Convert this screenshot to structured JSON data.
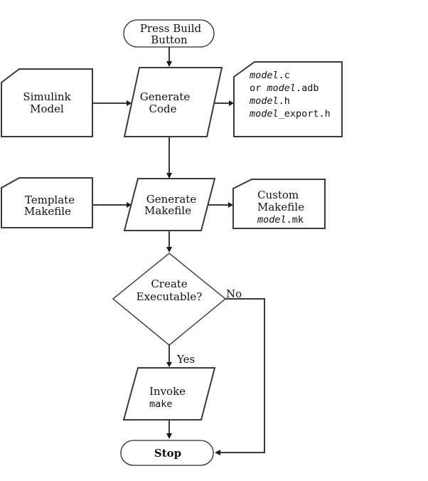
{
  "diagram": {
    "type": "flowchart",
    "nodes": {
      "start": {
        "kind": "terminator",
        "lines": [
          "Press Build",
          "Button"
        ]
      },
      "simulink_model": {
        "kind": "document",
        "lines": [
          "Simulink",
          "Model"
        ]
      },
      "generate_code": {
        "kind": "process",
        "lines": [
          "Generate",
          "Code"
        ]
      },
      "code_output": {
        "kind": "document",
        "lines": [
          [
            {
              "text": "model",
              "italic": true
            },
            {
              "text": ".c",
              "italic": false
            }
          ],
          [
            {
              "text": "or ",
              "italic": false
            },
            {
              "text": "model",
              "italic": true
            },
            {
              "text": ".adb",
              "italic": false
            }
          ],
          [
            {
              "text": "model",
              "italic": true
            },
            {
              "text": ".h",
              "italic": false
            }
          ],
          [
            {
              "text": "model",
              "italic": true
            },
            {
              "text": "_export.h",
              "italic": false
            }
          ]
        ]
      },
      "template_makefile": {
        "kind": "document",
        "lines": [
          "Template",
          "Makefile"
        ]
      },
      "generate_makefile": {
        "kind": "process",
        "lines": [
          "Generate",
          "Makefile"
        ]
      },
      "custom_makefile": {
        "kind": "document",
        "lines": [
          "Custom",
          "Makefile"
        ],
        "code_line": [
          {
            "text": "model",
            "italic": true
          },
          {
            "text": ".mk",
            "italic": false
          }
        ]
      },
      "create_executable": {
        "kind": "decision",
        "lines": [
          "Create",
          "Executable?"
        ]
      },
      "invoke_make": {
        "kind": "process",
        "lines": [
          "Invoke"
        ],
        "code_line": [
          {
            "text": "make",
            "italic": false
          }
        ]
      },
      "stop": {
        "kind": "terminator",
        "lines": [
          "Stop"
        ]
      }
    },
    "edges": [
      {
        "from": "start",
        "to": "generate_code",
        "label": ""
      },
      {
        "from": "simulink_model",
        "to": "generate_code",
        "label": ""
      },
      {
        "from": "generate_code",
        "to": "code_output",
        "label": ""
      },
      {
        "from": "generate_code",
        "to": "generate_makefile",
        "label": ""
      },
      {
        "from": "template_makefile",
        "to": "generate_makefile",
        "label": ""
      },
      {
        "from": "generate_makefile",
        "to": "custom_makefile",
        "label": ""
      },
      {
        "from": "generate_makefile",
        "to": "create_executable",
        "label": ""
      },
      {
        "from": "create_executable",
        "to": "invoke_make",
        "label": "Yes"
      },
      {
        "from": "create_executable",
        "to": "stop",
        "label": "No"
      },
      {
        "from": "invoke_make",
        "to": "stop",
        "label": ""
      }
    ],
    "edge_labels": {
      "yes": "Yes",
      "no": "No"
    }
  }
}
